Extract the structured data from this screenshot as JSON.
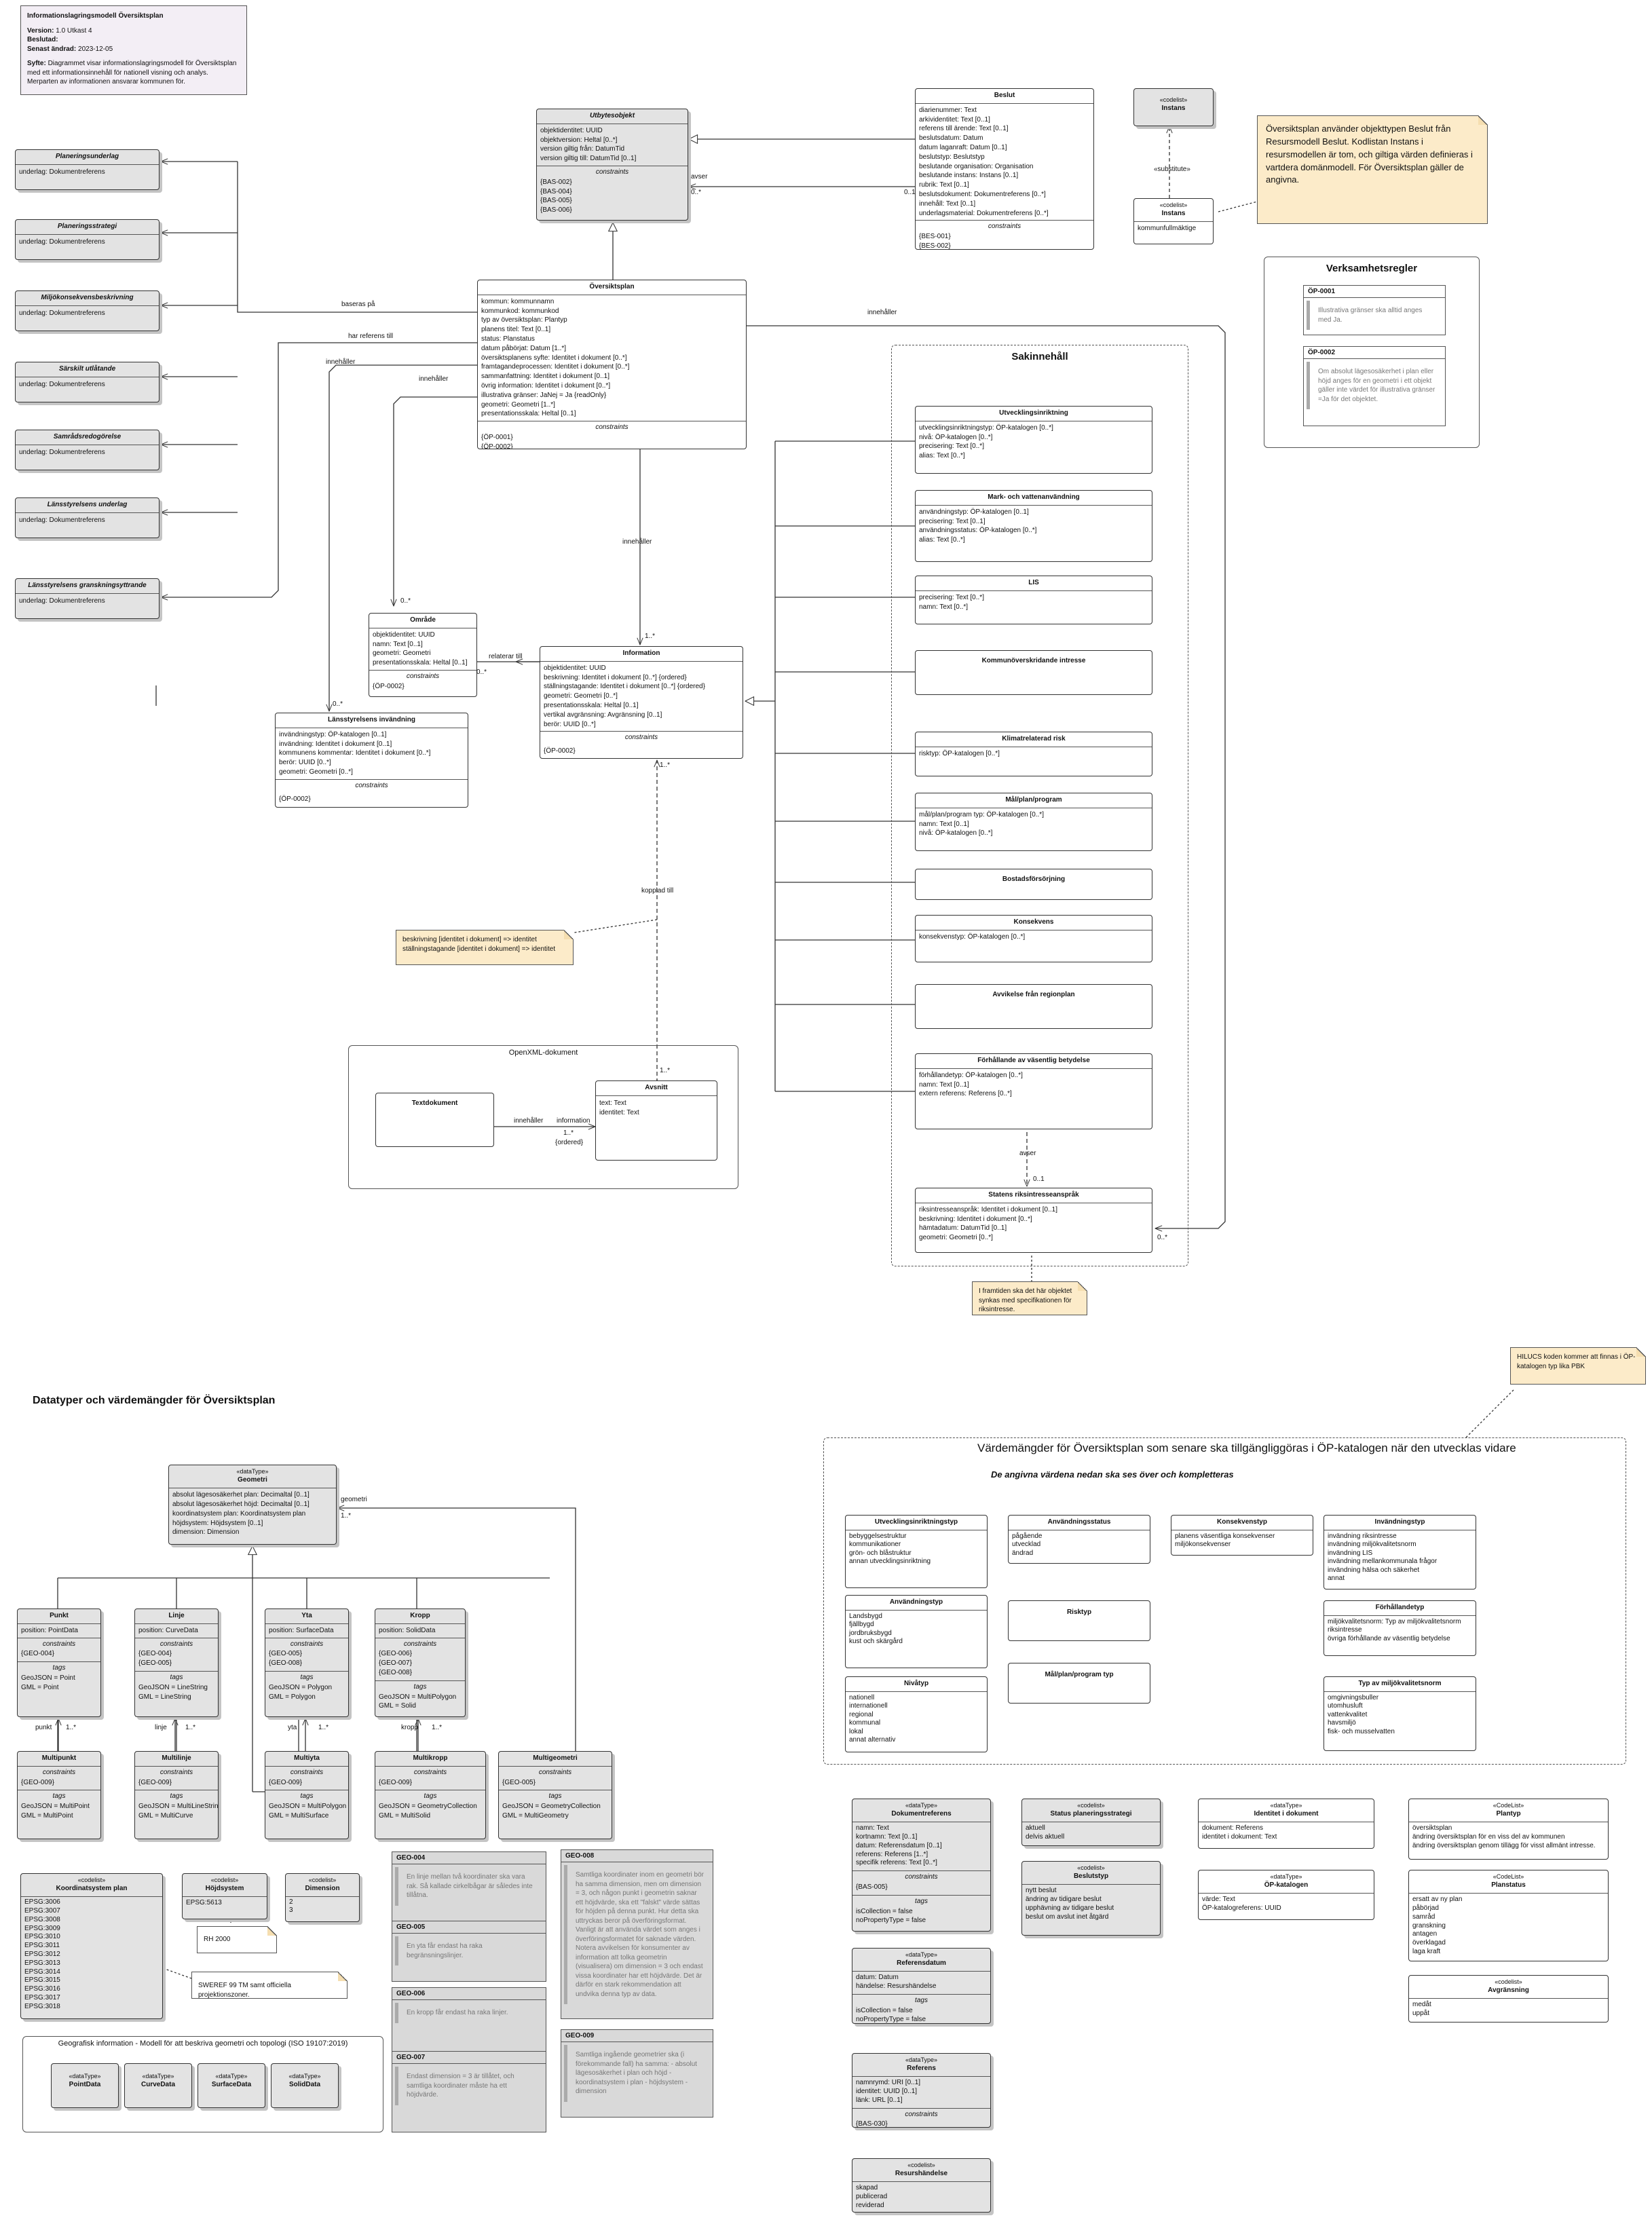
{
  "doc_note": {
    "title": "Informationslagringsmodell Översiktsplan",
    "version_label": "Version:",
    "version_value": "1.0 Utkast 4",
    "status_label": "Beslutad:",
    "status_value": "",
    "date_label": "Senast ändrad:",
    "date_value": "2023-12-05",
    "purpose_label": "Syfte:",
    "purpose_value": "Diagrammet visar informationslagringsmodell för Översiktsplan med ett informationsinnehåll för nationell visning och analys. Merparten av informationen ansvarar kommunen för."
  },
  "underlag": [
    {
      "name": "Planeringsunderlag",
      "attr": "underlag: Dokumentreferens"
    },
    {
      "name": "Planeringsstrategi",
      "attr": "underlag: Dokumentreferens"
    },
    {
      "name": "Miljökonsekvensbeskrivning",
      "attr": "underlag: Dokumentreferens"
    },
    {
      "name": "Särskilt utlåtande",
      "attr": "underlag: Dokumentreferens"
    },
    {
      "name": "Samrådsredogörelse",
      "attr": "underlag: Dokumentreferens"
    },
    {
      "name": "Länsstyrelsens underlag",
      "attr": "underlag: Dokumentreferens"
    },
    {
      "name": "Länsstyrelsens granskningsyttrande",
      "attr": "underlag: Dokumentreferens"
    }
  ],
  "utbytesobjekt": {
    "name": "Utbytesobjekt",
    "attrs": [
      "objektidentitet: UUID",
      "objektversion: Heltal [0..*]",
      "version giltig från: DatumTid",
      "version giltig till: DatumTid [0..1]"
    ],
    "constraints_label": "constraints",
    "constraints": [
      "{BAS-002}",
      "{BAS-004}",
      "{BAS-005}",
      "{BAS-006}"
    ]
  },
  "beslut": {
    "name": "Beslut",
    "attrs": [
      "diarienummer: Text",
      "arkividentitet: Text [0..1]",
      "referens till ärende: Text [0..1]",
      "beslutsdatum: Datum",
      "datum laganraft: Datum [0..1]",
      "beslutstyp: Beslutstyp",
      "beslutande organisation: Organisation",
      "beslutande instans: Instans [0..1]",
      "rubrik: Text [0..1]",
      "beslutsdokument: Dokumentreferens [0..*]",
      "innehåll: Text [0..1]",
      "underlagsmaterial: Dokumentreferens [0..*]"
    ],
    "constraints_label": "constraints",
    "constraints": [
      "{BES-001}",
      "{BES-002}"
    ]
  },
  "instans_top": {
    "stereotype": "«codelist»",
    "name": "Instans"
  },
  "instans_bottom": {
    "stereotype": "«codelist»",
    "name": "Instans",
    "attr": "kommunfullmäktige"
  },
  "substitute_label": "«substitute»",
  "instans_note": "Översiktsplan använder objekttypen Beslut från Resursmodell Beslut. Kodlistan Instans i resursmodellen är tom, och giltiga värden definieras i vartdera domänmodell. För Översiktsplan gäller de angivna.",
  "verksamhetsregler": {
    "title": "Verksamhetsregler",
    "rules": [
      {
        "id": "ÖP-0001",
        "text": "Illustrativa gränser ska alltid anges med Ja."
      },
      {
        "id": "ÖP-0002",
        "text": "Om absolut lägesosäkerhet i plan eller höjd anges för en geometri i ett objekt gäller inte värdet för illustrativa gränser =Ja för det objektet."
      }
    ]
  },
  "oversiktsplan": {
    "name": "Översiktsplan",
    "attrs": [
      "kommun: kommunnamn",
      "kommunkod: kommunkod",
      "typ av översiktsplan: Plantyp",
      "planens titel: Text [0..1]",
      "status: Planstatus",
      "datum påbörjat: Datum [1..*]",
      "översiktsplanens syfte: Identitet i dokument [0..*]",
      "framtagandeprocessen: Identitet i dokument [0..*]",
      "sammanfattning: Identitet i dokument [0..1]",
      "övrig information: Identitet i dokument [0..*]",
      "illustrativa gränser: JaNej = Ja {readOnly}",
      "geometri: Geometri [1..*]",
      "presentationsskala: Heltal [0..1]"
    ],
    "constraints_label": "constraints",
    "constraints": [
      "{ÖP-0001}",
      "{ÖP-0002}"
    ]
  },
  "omrade": {
    "name": "Område",
    "attrs": [
      "objektidentitet: UUID",
      "namn: Text [0..1]",
      "geometri: Geometri",
      "presentationsskala: Heltal [0..1]"
    ],
    "constraints_label": "constraints",
    "constraints": [
      "{ÖP-0002}"
    ]
  },
  "information": {
    "name": "Information",
    "attrs": [
      "objektidentitet: UUID",
      "beskrivning: Identitet i dokument [0..*] {ordered}",
      "ställningstagande: Identitet i dokument [0..*] {ordered}",
      "geometri: Geometri [0..*]",
      "presentationsskala: Heltal [0..1]",
      "vertikal avgränsning: Avgränsning [0..1]",
      "berör: UUID [0..*]"
    ],
    "constraints_label": "constraints",
    "constraints": [
      "{ÖP-0002}"
    ]
  },
  "lansstyrelsens": {
    "name": "Länsstyrelsens invändning",
    "attrs": [
      "invändningstyp: ÖP-katalogen [0..1]",
      "invändning: Identitet i dokument [0..1]",
      "kommunens kommentar: Identitet i dokument [0..*]",
      "berör: UUID [0..*]",
      "geometri: Geometri [0..*]"
    ],
    "constraints_label": "constraints",
    "constraints": [
      "{ÖP-0002}"
    ]
  },
  "kopplad_note": "beskrivning [identitet i dokument] => identitet ställningstagande [identitet i dokument] => identitet",
  "openxml": {
    "title": "OpenXML-dokument",
    "textdokument": "Textdokument",
    "avsnitt": {
      "name": "Avsnitt",
      "attrs": [
        "text: Text",
        "identitet: Text"
      ]
    },
    "innehaller": "innehåller",
    "information": "information",
    "mult": "1..*",
    "ordered": "{ordered}"
  },
  "sakinnehall": {
    "title": "Sakinnehåll",
    "classes": [
      {
        "name": "Utvecklingsinriktning",
        "attrs": [
          "utvecklingsinriktningstyp: ÖP-katalogen [0..*]",
          "nivå: ÖP-katalogen [0..*]",
          "precisering: Text [0..*]",
          "alias: Text [0..*]"
        ]
      },
      {
        "name": "Mark- och vattenanvändning",
        "attrs": [
          "användningstyp: ÖP-katalogen [0..1]",
          "precisering: Text [0..1]",
          "användningsstatus: ÖP-katalogen [0..*]",
          "alias: Text [0..*]"
        ]
      },
      {
        "name": "LIS",
        "attrs": [
          "precisering: Text [0..*]",
          "namn: Text [0..*]"
        ]
      },
      {
        "name": "Kommunöverskridande intresse",
        "attrs": []
      },
      {
        "name": "Klimatrelaterad risk",
        "attrs": [
          "risktyp: ÖP-katalogen [0..*]"
        ]
      },
      {
        "name": "Mål/plan/program",
        "attrs": [
          "mål/plan/program typ: ÖP-katalogen [0..*]",
          "namn: Text [0..1]",
          "nivå: ÖP-katalogen [0..*]"
        ]
      },
      {
        "name": "Bostadsförsörjning",
        "attrs": []
      },
      {
        "name": "Konsekvens",
        "attrs": [
          "konsekvenstyp: ÖP-katalogen [0..*]"
        ]
      },
      {
        "name": "Avvikelse från regionplan",
        "attrs": []
      },
      {
        "name": "Förhållande av väsentlig betydelse",
        "attrs": [
          "förhållandetyp: ÖP-katalogen [0..*]",
          "namn: Text [0..1]",
          "extern referens: Referens [0..*]"
        ]
      },
      {
        "name": "Statens riksintresseanspråk",
        "attrs": [
          "riksintresseanspråk: Identitet i dokument [0..1]",
          "beskrivning: Identitet i dokument [0..*]",
          "hämtadatum: DatumTid [0..1]",
          "geometri: Geometri [0..*]"
        ]
      }
    ],
    "avser": "avser",
    "mult": "0..1"
  },
  "riks_note": "I framtiden ska det här objektet synkas med specifikationen för riksintresse.",
  "labels": {
    "avser": "avser",
    "avser_mult": "0..*",
    "baseras_pa": "baseras på",
    "har_referens_till": "har referens till",
    "innehaller": "innehåller",
    "mult_0star": "0..*",
    "mult_1star": "1..*",
    "relaterar_till": "relaterar till",
    "kopplad_till": "kopplad till",
    "innehaller_info": "innehåller",
    "info_mult": "1..*",
    "lans_mult": "0..*",
    "om_mult": "0..*",
    "sak_mult": "0..*",
    "beslut_mult": "0..1",
    "geometri": "geometri",
    "geometri_mult": "1..*"
  },
  "datatyper_title": "Datatyper och värdemängder för Översiktsplan",
  "geometri": {
    "stereotype": "«dataType»",
    "name": "Geometri",
    "attrs": [
      "absolut lägesosäkerhet plan: Decimaltal [0..1]",
      "absolut lägesosäkerhet höjd: Decimaltal [0..1]",
      "koordinatsystem plan: Koordinatsystem plan",
      "höjdsystem: Höjdsystem [0..1]",
      "dimension: Dimension"
    ]
  },
  "geo_classes": [
    {
      "name": "Punkt",
      "attr": "position: PointData",
      "constraints": [
        "{GEO-004}"
      ],
      "tags": [
        "GeoJSON = Point",
        "GML = Point"
      ]
    },
    {
      "name": "Linje",
      "attr": "position: CurveData",
      "constraints": [
        "{GEO-004}",
        "{GEO-005}"
      ],
      "tags": [
        "GeoJSON = LineString",
        "GML = LineString"
      ]
    },
    {
      "name": "Yta",
      "attr": "position: SurfaceData",
      "constraints": [
        "{GEO-005}",
        "{GEO-008}"
      ],
      "tags": [
        "GeoJSON = Polygon",
        "GML = Polygon"
      ]
    },
    {
      "name": "Kropp",
      "attr": "position: SolidData",
      "constraints": [
        "{GEO-006}",
        "{GEO-007}",
        "{GEO-008}"
      ],
      "tags": [
        "GeoJSON = MultiPolygon",
        "GML = Solid"
      ]
    }
  ],
  "multi_classes": [
    {
      "name": "Multipunkt",
      "constraints": [
        "{GEO-009}"
      ],
      "tags": [
        "GeoJSON = MultiPoint",
        "GML = MultiPoint"
      ],
      "role": "punkt"
    },
    {
      "name": "Multilinje",
      "constraints": [
        "{GEO-009}"
      ],
      "tags": [
        "GeoJSON = MultiLineString",
        "GML = MultiCurve"
      ],
      "role": "linje"
    },
    {
      "name": "Multiyta",
      "constraints": [
        "{GEO-009}"
      ],
      "tags": [
        "GeoJSON = MultiPolygon",
        "GML = MultiSurface"
      ],
      "role": "yta"
    },
    {
      "name": "Multikropp",
      "constraints": [
        "{GEO-009}"
      ],
      "tags": [
        "GeoJSON = GeometryCollection",
        "GML = MultiSolid"
      ],
      "role": "kropp"
    },
    {
      "name": "Multigeometri",
      "constraints": [
        "{GEO-005}"
      ],
      "tags": [
        "GeoJSON = GeometryCollection",
        "GML = MultiGeometry"
      ],
      "role": ""
    }
  ],
  "constraints_word": "constraints",
  "tags_word": "tags",
  "koordinat": {
    "stereotype": "«codelist»",
    "name": "Koordinatsystem plan",
    "values": [
      "EPSG:3006",
      "EPSG:3007",
      "EPSG:3008",
      "EPSG:3009",
      "EPSG:3010",
      "EPSG:3011",
      "EPSG:3012",
      "EPSG:3013",
      "EPSG:3014",
      "EPSG:3015",
      "EPSG:3016",
      "EPSG:3017",
      "EPSG:3018"
    ]
  },
  "hojdsystem": {
    "stereotype": "«codelist»",
    "name": "Höjdsystem",
    "values": [
      "EPSG:5613"
    ]
  },
  "dimension": {
    "stereotype": "«codelist»",
    "name": "Dimension",
    "values": [
      "2",
      "3"
    ]
  },
  "rh_note": "RH 2000",
  "sweref_note": "SWEREF 99 TM samt officiella projektionszoner.",
  "geografisk": {
    "title": "Geografisk information - Modell för att beskriva geometri och topologi (ISO 19107:2019)",
    "items": [
      {
        "st": "«dataType»",
        "name": "PointData"
      },
      {
        "st": "«dataType»",
        "name": "CurveData"
      },
      {
        "st": "«dataType»",
        "name": "SurfaceData"
      },
      {
        "st": "«dataType»",
        "name": "SolidData"
      }
    ]
  },
  "geo_rules": [
    {
      "id": "GEO-004",
      "text": "En linje mellan två koordinater ska vara rak. Så kallade cirkelbågar är således inte tillåtna."
    },
    {
      "id": "GEO-005",
      "text": "En yta får endast ha raka begränsningslinjer."
    },
    {
      "id": "GEO-006",
      "text": "En kropp får endast ha raka linjer."
    },
    {
      "id": "GEO-007",
      "text": "Endast dimension = 3 är tillåtet, och samtliga koordinater måste ha ett höjdvärde."
    },
    {
      "id": "GEO-008",
      "text": "Samtliga koordinater inom en geometri bör ha samma dimension, men om dimension = 3, och någon punkt i geometrin saknar ett höjdvärde, ska ett \"falskt\" värde sättas för höjden på denna punkt. Hur detta ska uttryckas beror på överföringsformat. Vanligt är att använda värdet som anges i överföringsformatet för saknade värden. Notera avvikelsen för konsumenter av information att tolka geometrin (visualisera) om dimension = 3 och endast vissa koordinater har ett höjdvärde. Det är därför en stark rekommendation att undvika denna typ av data."
    },
    {
      "id": "GEO-009",
      "text": "Samtliga ingående geometrier ska (i förekommande fall) ha samma: - absolut lägesosäkerhet i plan och höjd - koordinatsystem i plan - höjdsystem - dimension"
    }
  ],
  "hillucs_note": "HILUCS koden kommer att finnas i ÖP-katalogen typ lika PBK",
  "vardemangder": {
    "title": "Värdemängder för Översiktsplan som senare ska tillgängliggöras i ÖP-katalogen när den utvecklas vidare",
    "subtitle": "De angivna värdena nedan ska ses över och kompletteras",
    "lists": [
      {
        "name": "Utvecklingsinriktningstyp",
        "values": [
          "bebyggelsestruktur",
          "kommunikationer",
          "grön- och blåstruktur",
          "annan utvecklingsinriktning"
        ]
      },
      {
        "name": "Användningsstatus",
        "values": [
          "pågående",
          "utvecklad",
          "ändrad"
        ]
      },
      {
        "name": "Konsekvenstyp",
        "values": [
          "planens väsentliga konsekvenser",
          "miljökonsekvenser"
        ]
      },
      {
        "name": "Invändningstyp",
        "values": [
          "invändning riksintresse",
          "invändning miljökvalitetsnorm",
          "invändning LIS",
          "invändning mellankommunala frågor",
          "invändning hälsa och säkerhet",
          "annat"
        ]
      },
      {
        "name": "Användningstyp",
        "values": [
          "Landsbygd",
          "fjällbygd",
          "jordbruksbygd",
          "kust och skärgård"
        ]
      },
      {
        "name": "Risktyp",
        "values": []
      },
      {
        "name": "Förhållandetyp",
        "values": [
          "miljökvalitetsnorm: Typ av miljökvalitetsnorm",
          "riksintresse",
          "övriga förhållande av väsentlig betydelse"
        ]
      },
      {
        "name": "Nivåtyp",
        "values": [
          "nationell",
          "internationell",
          "regional",
          "kommunal",
          "lokal",
          "annat alternativ"
        ]
      },
      {
        "name": "Mål/plan/program typ",
        "values": []
      },
      {
        "name": "Typ av miljökvalitetsnorm",
        "values": [
          "omgivningsbuller",
          "utomhusluft",
          "vattenkvalitet",
          "havsmiljö",
          "fisk- och musselvatten"
        ]
      }
    ]
  },
  "dokumentreferens": {
    "stereotype": "«dataType»",
    "name": "Dokumentreferens",
    "attrs": [
      "namn: Text",
      "kortnamn: Text [0..1]",
      "datum: Referensdatum [0..1]",
      "referens: Referens [1..*]",
      "specifik referens: Text [0..*]"
    ],
    "constraints": [
      "{BAS-005}"
    ],
    "tags": [
      "isCollection = false",
      "noPropertyType = false"
    ]
  },
  "referensdatum": {
    "stereotype": "«dataType»",
    "name": "Referensdatum",
    "attrs": [
      "datum: Datum",
      "händelse: Resurshändelse"
    ],
    "tags": [
      "isCollection = false",
      "noPropertyType = false"
    ]
  },
  "referens": {
    "stereotype": "«dataType»",
    "name": "Referens",
    "attrs": [
      "namnrymd: URI [0..1]",
      "identitet: UUID [0..1]",
      "länk: URL [0..1]"
    ],
    "constraints": [
      "{BAS-030}"
    ]
  },
  "resurshandelse": {
    "stereotype": "«codelist»",
    "name": "Resurshändelse",
    "values": [
      "skapad",
      "publicerad",
      "reviderad"
    ]
  },
  "status_planering": {
    "stereotype": "«codelist»",
    "name": "Status planeringsstrategi",
    "values": [
      "aktuell",
      "delvis aktuell"
    ]
  },
  "beslutstyp": {
    "stereotype": "«codelist»",
    "name": "Beslutstyp",
    "values": [
      "nytt beslut",
      "ändring av tidigare beslut",
      "upphävning av tidigare beslut",
      "beslut om avslut inet åtgärd"
    ]
  },
  "identitet": {
    "stereotype": "«dataType»",
    "name": "Identitet i dokument",
    "attrs": [
      "dokument: Referens",
      "identitet i dokument: Text"
    ]
  },
  "opkatalogen": {
    "stereotype": "«dataType»",
    "name": "ÖP-katalogen",
    "attrs": [
      "värde: Text",
      "ÖP-katalogreferens: UUID"
    ]
  },
  "plantyp": {
    "stereotype": "«CodeList»",
    "name": "Plantyp",
    "values": [
      "översiktsplan",
      "ändring översiktsplan för en viss del av kommunen",
      "ändring översiktsplan genom tillägg för visst allmänt intresse."
    ]
  },
  "planstatus": {
    "stereotype": "«CodeList»",
    "name": "Planstatus",
    "values": [
      "ersatt av ny plan",
      "påbörjad",
      "samråd",
      "granskning",
      "antagen",
      "överklagad",
      "laga kraft"
    ]
  },
  "avgransning": {
    "stereotype": "«codelist»",
    "name": "Avgränsning",
    "values": [
      "medåt",
      "uppåt"
    ]
  }
}
